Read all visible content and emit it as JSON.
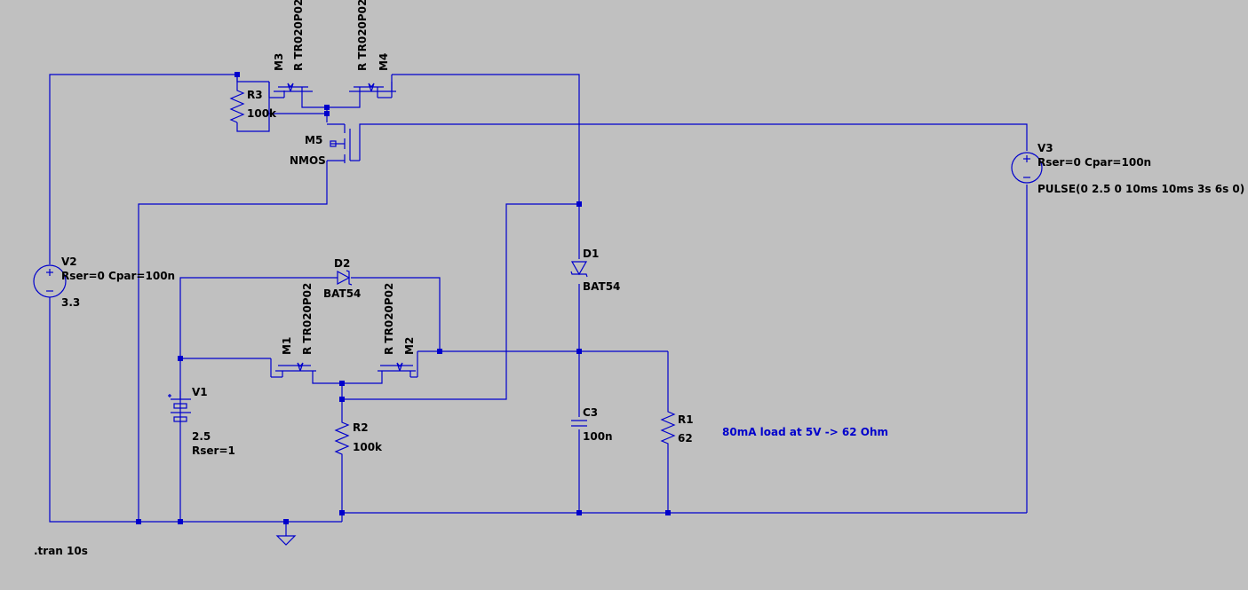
{
  "colors": {
    "background": "#c0c0c0",
    "wire": "#0000cc",
    "text": "#000000",
    "comment": "#0000cc"
  },
  "components": {
    "M3": {
      "name": "M3",
      "model": "R TR020P02"
    },
    "M4": {
      "name": "M4",
      "model": "R TR020P02"
    },
    "R3": {
      "name": "R3",
      "value": "100k"
    },
    "M5": {
      "name": "M5",
      "model": "NMOS"
    },
    "V3": {
      "name": "V3",
      "params": "Rser=0 Cpar=100n",
      "value": "PULSE(0 2.5 0 10ms 10ms 3s 6s 0)"
    },
    "V2": {
      "name": "V2",
      "params": "Rser=0 Cpar=100n",
      "value": "3.3"
    },
    "D2": {
      "name": "D2",
      "model": "BAT54"
    },
    "D1": {
      "name": "D1",
      "model": "BAT54"
    },
    "M1": {
      "name": "M1",
      "model": "R TR020P02"
    },
    "M2": {
      "name": "M2",
      "model": "R TR020P02"
    },
    "V1": {
      "name": "V1",
      "value": "2.5",
      "params": "Rser=1"
    },
    "R2": {
      "name": "R2",
      "value": "100k"
    },
    "C3": {
      "name": "C3",
      "value": "100n"
    },
    "R1": {
      "name": "R1",
      "value": "62"
    }
  },
  "comment": "80mA load at 5V -> 62 Ohm",
  "directive": ".tran 10s"
}
